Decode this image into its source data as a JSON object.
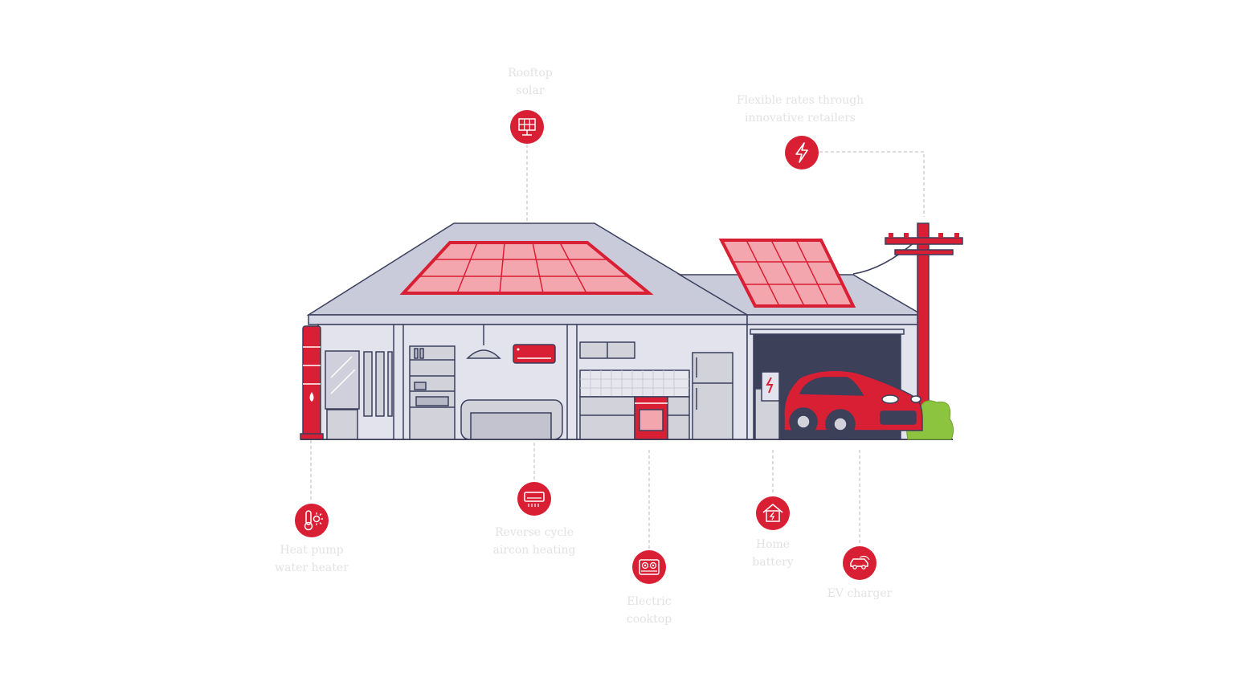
{
  "colors": {
    "accent": "#d91f33",
    "panel_fill": "#f4a6ae",
    "house_wall": "#e3e3ee",
    "roof": "#c9cbdb",
    "outline": "#3a3f5c",
    "garage_door": "#3d4059",
    "bush": "#8cc43f",
    "label_text": "#e2e2e2"
  },
  "features": [
    {
      "id": "rooftop-solar",
      "icon": "solar-panel-icon",
      "lines": [
        "Rooftop",
        "solar"
      ]
    },
    {
      "id": "flexible-rates",
      "icon": "lightning-bolt-icon",
      "lines": [
        "Flexible rates through",
        "innovative retailers"
      ]
    },
    {
      "id": "heat-pump",
      "icon": "thermometer-sun-icon",
      "lines": [
        "Heat pump",
        "water heater"
      ]
    },
    {
      "id": "reverse-cycle",
      "icon": "air-conditioner-icon",
      "lines": [
        "Reverse cycle",
        "aircon heating"
      ]
    },
    {
      "id": "cooktop",
      "icon": "cooktop-icon",
      "lines": [
        "Electric",
        "cooktop"
      ]
    },
    {
      "id": "home-battery",
      "icon": "home-battery-icon",
      "lines": [
        "Home",
        "battery"
      ]
    },
    {
      "id": "ev-charger",
      "icon": "ev-car-icon",
      "lines": [
        "EV charger"
      ]
    }
  ]
}
